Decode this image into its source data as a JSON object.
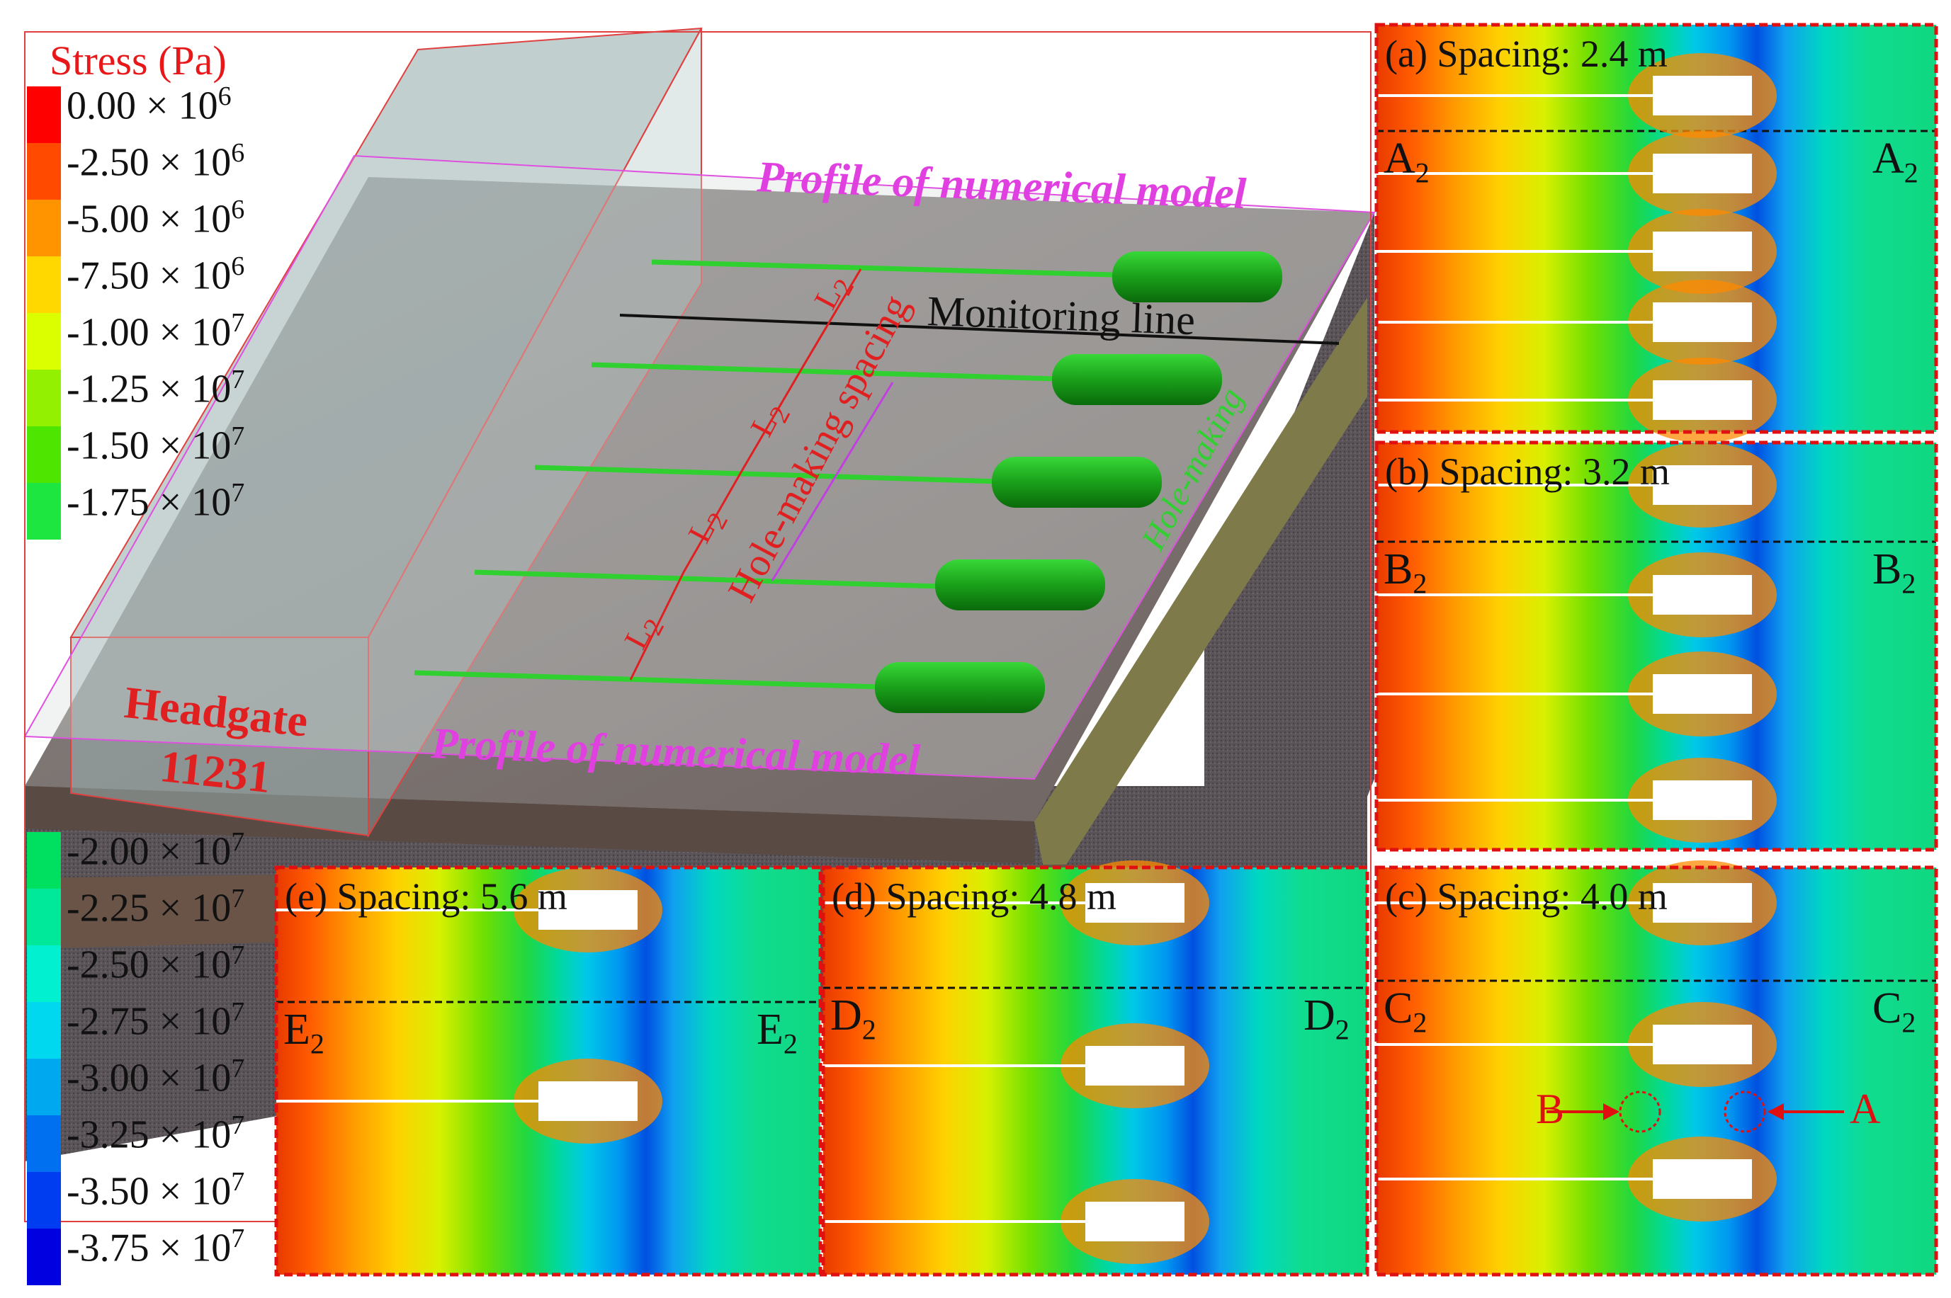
{
  "legend": {
    "title": "Stress (Pa)",
    "upper": [
      {
        "mant": "0.00 × 10",
        "exp": "6",
        "color": "#ff0000"
      },
      {
        "mant": "-2.50 × 10",
        "exp": "6",
        "color": "#ff4a00"
      },
      {
        "mant": "-5.00 × 10",
        "exp": "6",
        "color": "#ff9300"
      },
      {
        "mant": "-7.50 × 10",
        "exp": "6",
        "color": "#ffd800"
      },
      {
        "mant": "-1.00 × 10",
        "exp": "7",
        "color": "#dcff00"
      },
      {
        "mant": "-1.25 × 10",
        "exp": "7",
        "color": "#93f000"
      },
      {
        "mant": "-1.50 × 10",
        "exp": "7",
        "color": "#4ee600"
      },
      {
        "mant": "-1.75 × 10",
        "exp": "7",
        "color": "#1ee640"
      }
    ],
    "lower": [
      {
        "mant": "-2.00 × 10",
        "exp": "7",
        "color": "#00e060"
      },
      {
        "mant": "-2.25 × 10",
        "exp": "7",
        "color": "#00e89a"
      },
      {
        "mant": "-2.50 × 10",
        "exp": "7",
        "color": "#00f0d0"
      },
      {
        "mant": "-2.75 × 10",
        "exp": "7",
        "color": "#00d8f0"
      },
      {
        "mant": "-3.00 × 10",
        "exp": "7",
        "color": "#00a8f0"
      },
      {
        "mant": "-3.25 × 10",
        "exp": "7",
        "color": "#0070f0"
      },
      {
        "mant": "-3.50 × 10",
        "exp": "7",
        "color": "#003cf0"
      },
      {
        "mant": "-3.75 × 10",
        "exp": "7",
        "color": "#0000e0"
      }
    ]
  },
  "diagram": {
    "profile_label": "Profile of numerical model",
    "monitoring_line": "Monitoring line",
    "hole_spacing": "Hole-making spacing",
    "hole_making": "Hole-making",
    "l2": "L",
    "l2_sub": "2",
    "headgate": "Headgate",
    "headgate_number": "11231"
  },
  "panels": [
    {
      "id": "a",
      "title": "(a) Spacing: 2.4 m",
      "section": "A",
      "sub": "2"
    },
    {
      "id": "b",
      "title": "(b) Spacing: 3.2 m",
      "section": "B",
      "sub": "2"
    },
    {
      "id": "c",
      "title": "(c) Spacing: 4.0 m",
      "section": "C",
      "sub": "2",
      "marker_a": "A",
      "marker_b": "B"
    },
    {
      "id": "d",
      "title": "(d) Spacing: 4.8 m",
      "section": "D",
      "sub": "2"
    },
    {
      "id": "e",
      "title": "(e) Spacing: 5.6 m",
      "section": "E",
      "sub": "2"
    }
  ]
}
